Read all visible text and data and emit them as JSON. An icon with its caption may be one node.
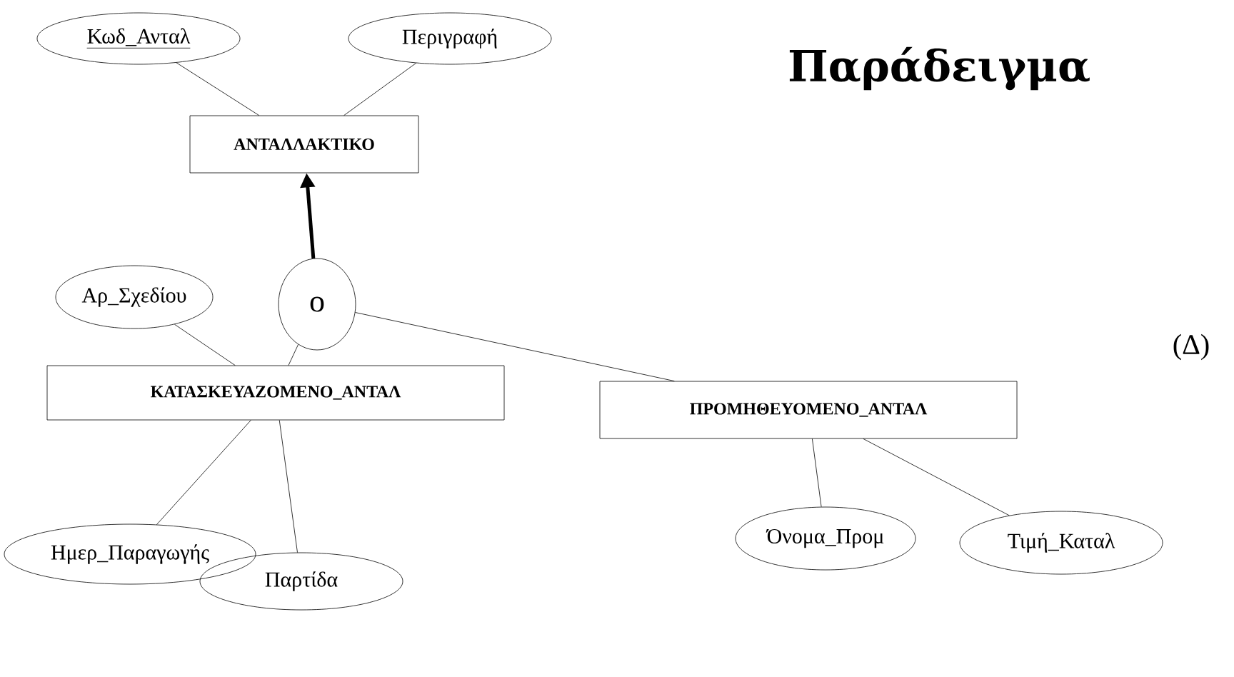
{
  "diagram": {
    "title": "Παράδειγμα",
    "nodes": [
      {
        "text": [
          "Κωδ_Ανταλ"
        ]
      },
      {
        "text": [
          "Περιγραφή"
        ]
      },
      {
        "text": [
          "ΑΝΤΑΛΛΑΚΤΙΚΟ"
        ]
      },
      {
        "text": [
          "Αρ_Σχεδίου"
        ]
      },
      {
        "text": [
          "o"
        ]
      },
      {
        "text": [
          "ΚΑΤΑΣΚΕΥΑΖΟΜΕΝΟ_ΑΝΤΑΛ"
        ]
      },
      {
        "text": [
          "ΠΡΟΜΗΘΕΥΟΜΕΝΟ_ΑΝΤΑΛ"
        ]
      },
      {
        "text": [
          "Ημερ_Παραγωγής"
        ]
      },
      {
        "text": [
          "Παρτίδα"
        ]
      },
      {
        "text": [
          "Όνομα_Προμ"
        ]
      },
      {
        "text": [
          "Τιμή_Καταλ"
        ]
      }
    ],
    "edges": [
      {
        "from": 0,
        "to": 2,
        "arrow": "none"
      },
      {
        "from": 1,
        "to": 2,
        "arrow": "none"
      },
      {
        "from": 4,
        "to": 2,
        "arrow": "to",
        "style": "thick"
      },
      {
        "from": 3,
        "to": 5,
        "arrow": "none"
      },
      {
        "from": 4,
        "to": 5,
        "arrow": "none"
      },
      {
        "from": 4,
        "to": 6,
        "arrow": "none"
      },
      {
        "from": 5,
        "to": 7,
        "arrow": "none"
      },
      {
        "from": 5,
        "to": 8,
        "arrow": "none"
      },
      {
        "from": 6,
        "to": 9,
        "arrow": "none"
      },
      {
        "from": 6,
        "to": 10,
        "arrow": "none"
      }
    ],
    "labels": [
      "(Δ)"
    ]
  }
}
